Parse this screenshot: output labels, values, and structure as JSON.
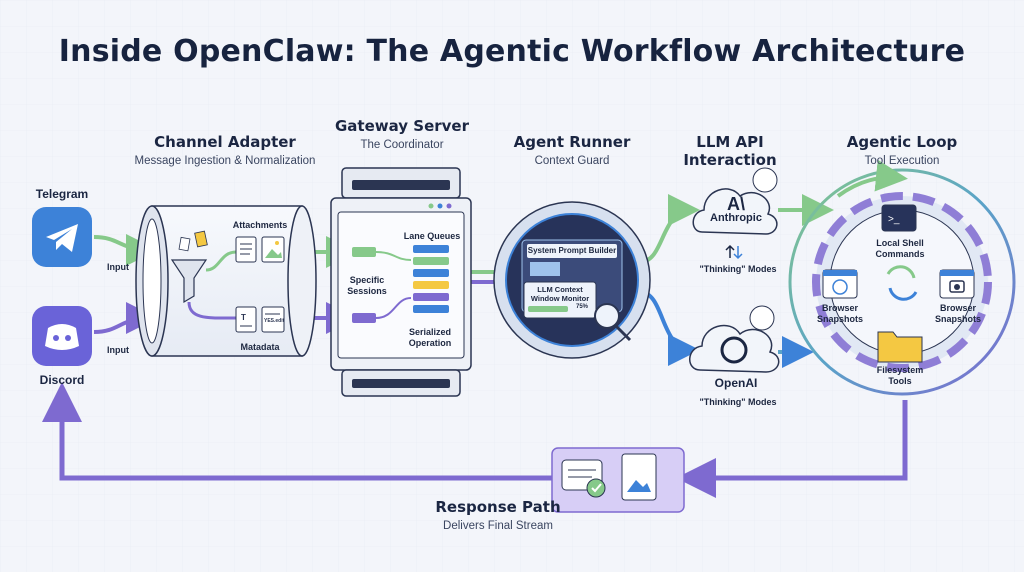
{
  "title": "Inside OpenClaw: The Agentic Workflow Architecture",
  "sources": {
    "telegram": "Telegram",
    "discord": "Discord",
    "input_label": "Input"
  },
  "channel_adapter": {
    "title": "Channel Adapter",
    "subtitle": "Message Ingestion & Normalization",
    "attachments": "Attachments",
    "metadata": "Matadata",
    "file_tag": "YES.edit"
  },
  "gateway": {
    "title": "Gateway Server",
    "subtitle": "The Coordinator",
    "specific_sessions": "Specific Sessions",
    "lane_queues": "Lane Queues",
    "serialized_operation": "Serialized Operation"
  },
  "agent_runner": {
    "title": "Agent Runner",
    "subtitle": "Context Guard",
    "prompt_builder": "System Prompt Builder",
    "context_monitor": "LLM Context Window Monitor",
    "context_percent": "75%"
  },
  "llm": {
    "title": "LLM API Interaction",
    "anthropic": "Anthropic",
    "openai": "OpenAI",
    "thinking_modes": "\"Thinking\" Modes"
  },
  "agentic_loop": {
    "title": "Agentic Loop",
    "subtitle": "Tool Execution",
    "local_shell": "Local Shell Commands",
    "browser_left": "Browser Snapshots",
    "browser_right": "Browser Snapshots",
    "filesystem": "Filesystem Tools"
  },
  "response": {
    "title": "Response Path",
    "subtitle": "Delivers Final Stream"
  },
  "colors": {
    "green": "#86c98a",
    "purple": "#7e6ad0",
    "blue": "#3d82d8",
    "dark": "#1b2642"
  }
}
